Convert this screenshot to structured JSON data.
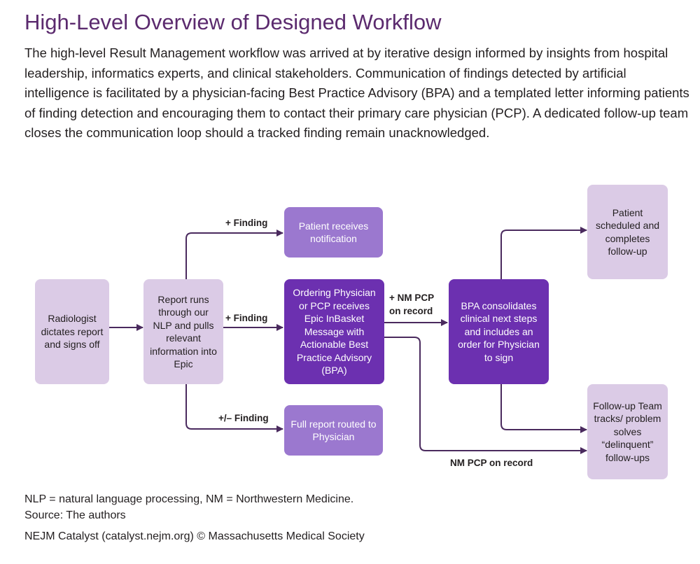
{
  "title": "High-Level Overview of Designed Workflow",
  "intro": "The high-level Result Management workflow was arrived at by iterative design informed by insights from hospital leadership, informatics experts, and clinical stakeholders. Communication of findings detected by artificial intelligence is facilitated by a physician-facing Best Practice Advisory (BPA) and a templated letter informing patients of finding detection and encouraging them to contact their primary care physician (PCP). A dedicated follow-up team closes the communication loop should a tracked finding remain unacknowledged.",
  "nodes": {
    "radiologist": "Radiologist dictates report and signs off",
    "nlp": "Report runs through our NLP and pulls relevant information into Epic",
    "patient_notification": "Patient receives notification",
    "ordering_physician": "Ordering Physician or PCP receives Epic InBasket Message with Actionable Best Practice Advisory (BPA)",
    "full_report": "Full report routed to Physician",
    "bpa_consolidates": "BPA consolidates clinical next steps and includes an order for Physician to sign",
    "patient_scheduled": "Patient scheduled and completes follow-up",
    "followup_team": "Follow-up Team tracks/ problem solves “delinquent” follow-ups"
  },
  "edge_labels": {
    "finding_top": "+ Finding",
    "finding_mid": "+ Finding",
    "finding_bottom": "+/– Finding",
    "nm_pcp_line1": "+ NM PCP",
    "nm_pcp_line2": "on record",
    "nm_pcp_bottom": "NM PCP on record"
  },
  "colors": {
    "title": "#5b2a6e",
    "light_box": "#dbcbe6",
    "mid_box": "#9b78cf",
    "dark_box": "#6c30b0",
    "arrow": "#4a2a5e"
  },
  "footer": {
    "abbrev": "NLP = natural language processing, NM = Northwestern Medicine.",
    "source": "Source: The authors",
    "credit": "NEJM Catalyst (catalyst.nejm.org) © Massachusetts Medical Society"
  }
}
